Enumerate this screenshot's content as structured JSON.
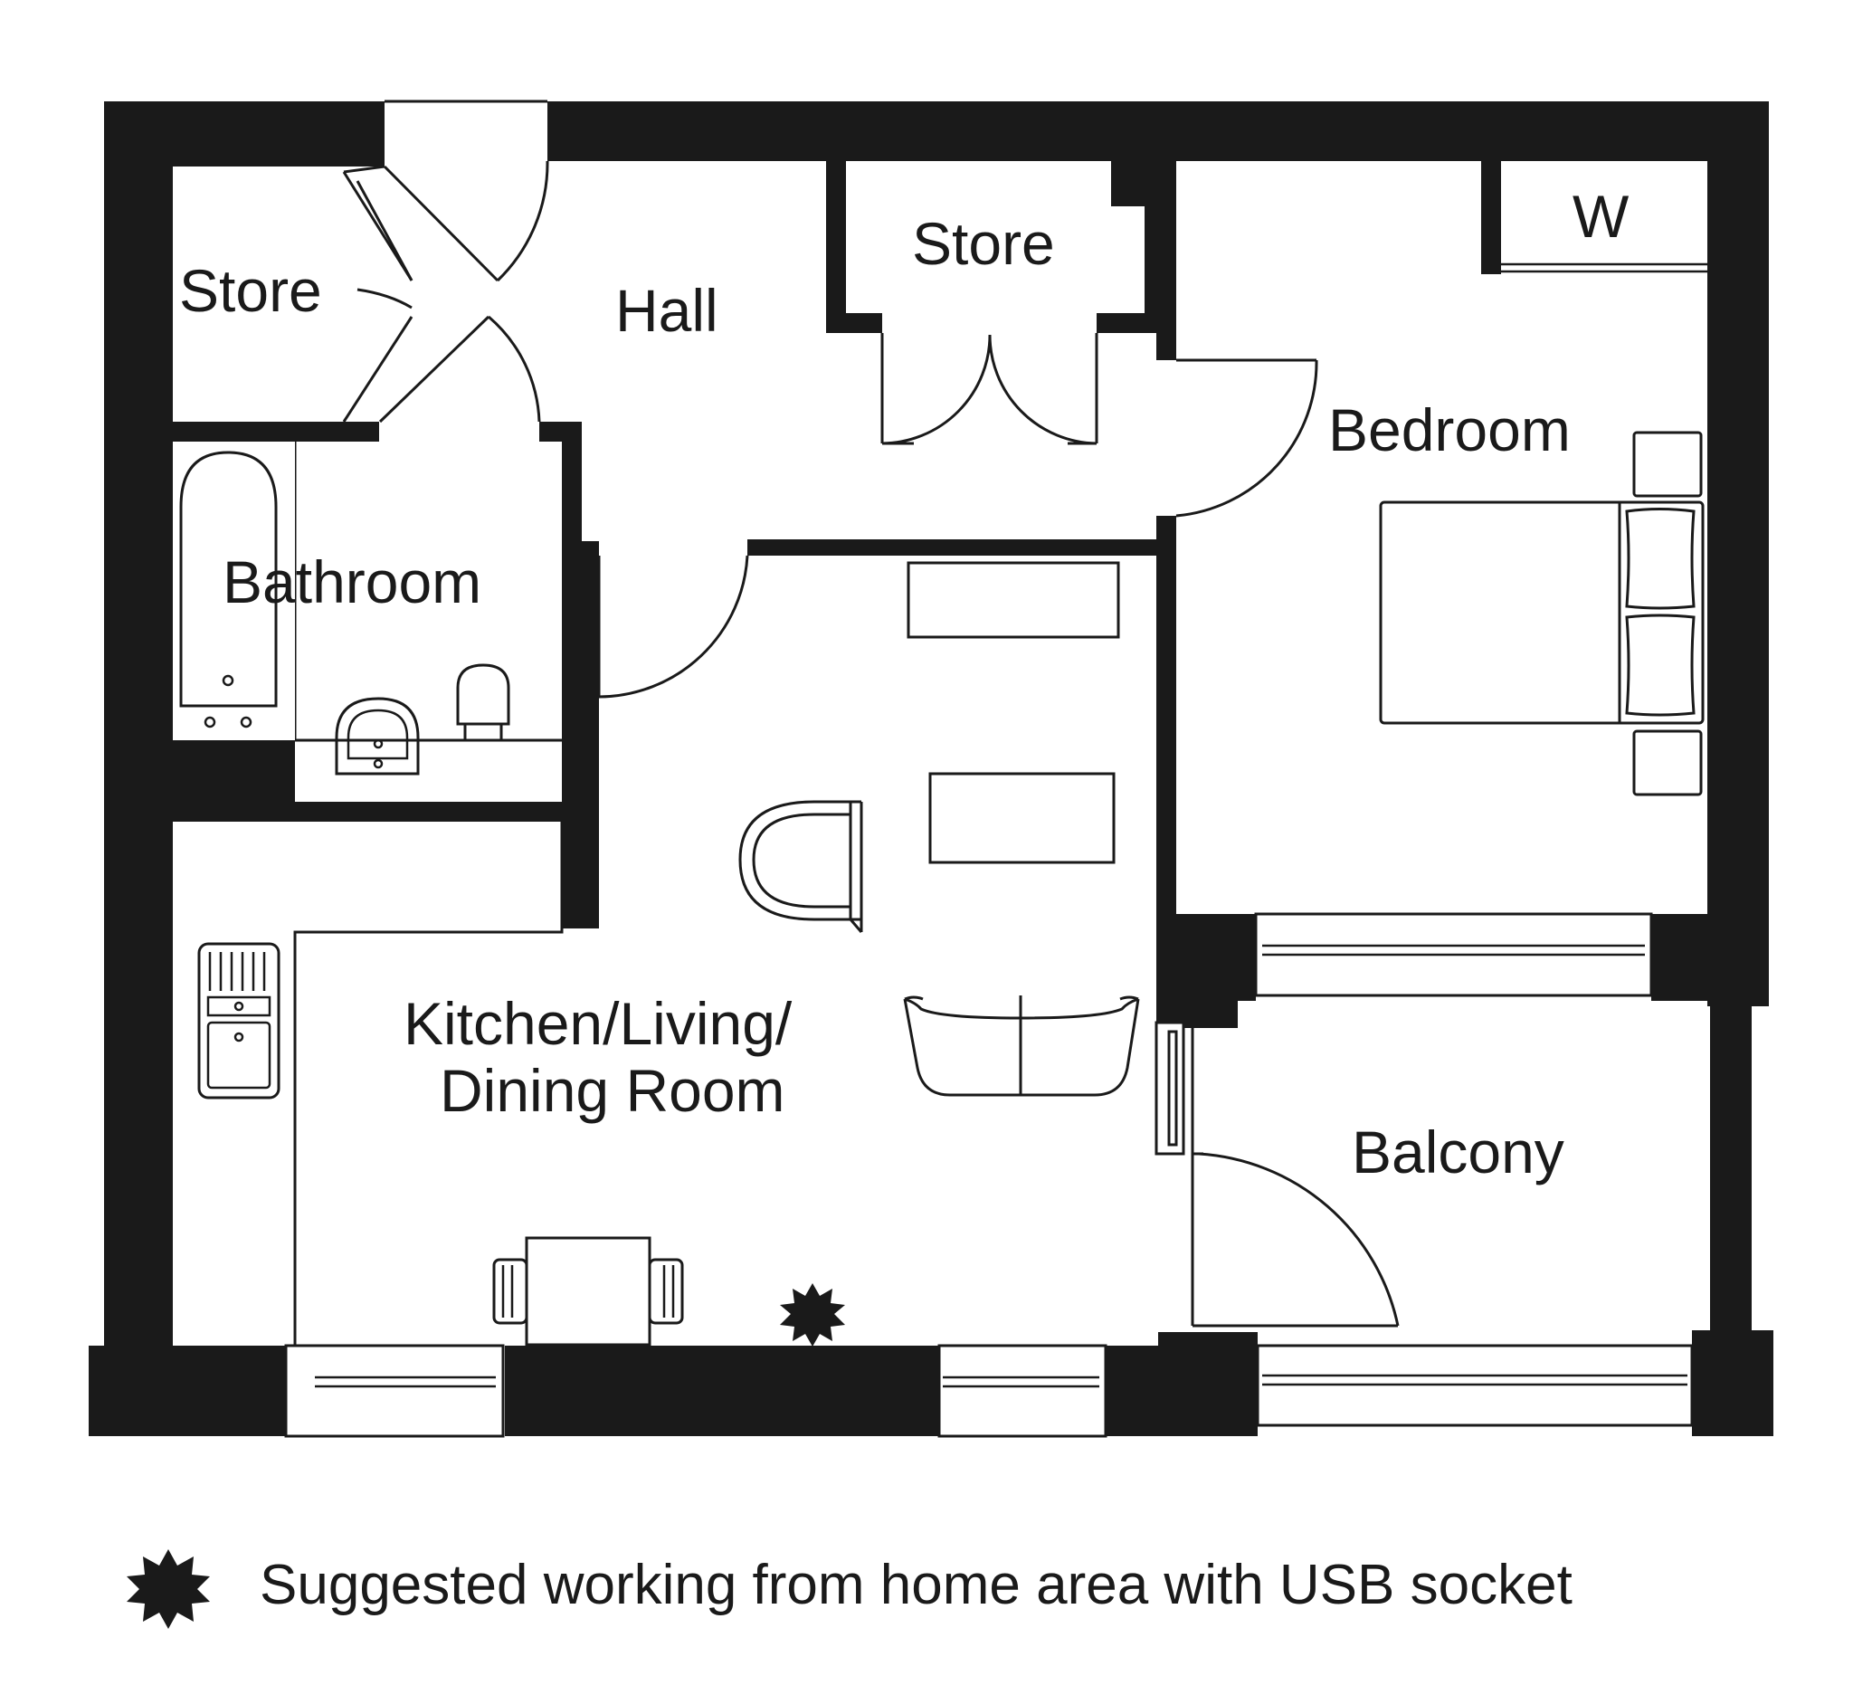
{
  "rooms": {
    "store_left": "Store",
    "hall": "Hall",
    "store_mid": "Store",
    "wardrobe": "W",
    "bedroom": "Bedroom",
    "bathroom": "Bathroom",
    "kitchen_line1": "Kitchen/Living/",
    "kitchen_line2": "Dining Room",
    "balcony": "Balcony"
  },
  "legend": {
    "icon": "starburst-icon",
    "text": "Suggested working from home area with USB socket"
  },
  "colors": {
    "wall": "#1a1a1a",
    "background": "#ffffff"
  }
}
